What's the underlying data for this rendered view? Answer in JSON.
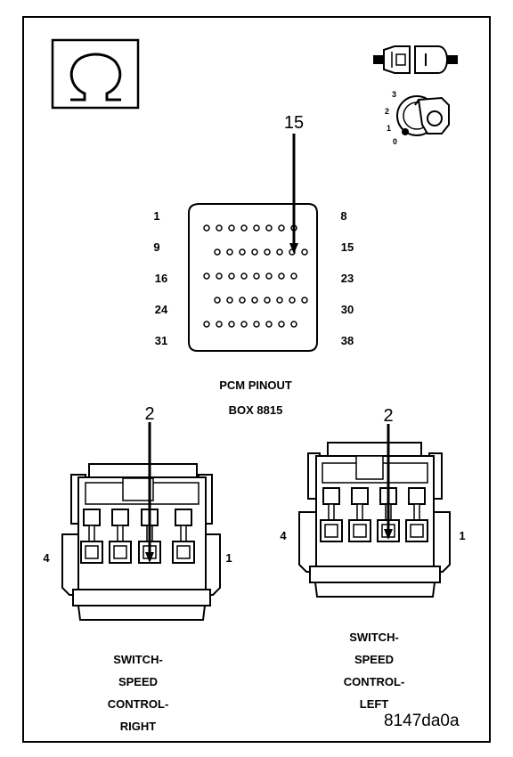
{
  "pcm": {
    "title_line1": "PCM PINOUT",
    "title_line2": "BOX 8815",
    "callout": "15",
    "row_labels_left": [
      "1",
      "9",
      "16",
      "24",
      "31"
    ],
    "row_labels_right": [
      "8",
      "15",
      "23",
      "30",
      "38"
    ]
  },
  "connector_right": {
    "callout": "2",
    "pin_left": "4",
    "pin_right": "1",
    "caption": [
      "SWITCH-",
      "SPEED",
      "CONTROL-",
      "RIGHT"
    ]
  },
  "connector_left": {
    "callout": "2",
    "pin_left": "4",
    "pin_right": "1",
    "caption": [
      "SWITCH-",
      "SPEED",
      "CONTROL-",
      "LEFT"
    ]
  },
  "ignition_positions": [
    "3",
    "2",
    "1",
    "0"
  ],
  "figure_id": "8147da0a",
  "icons": [
    "ohm-icon",
    "connector-unplugged-icon",
    "ignition-key-icon"
  ]
}
